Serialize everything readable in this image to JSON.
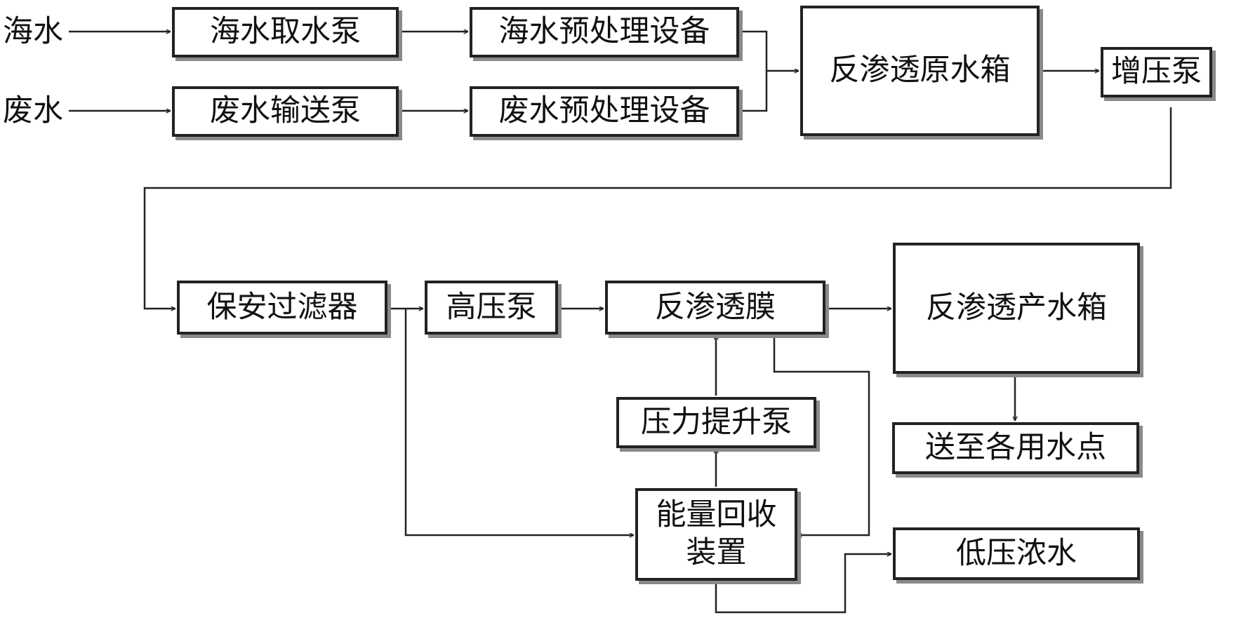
{
  "inputs": {
    "seawater": "海水",
    "wastewater": "废水"
  },
  "nodes": {
    "seawater_intake_pump": "海水取水泵",
    "seawater_pretreatment": "海水预处理设备",
    "wastewater_transfer_pump": "废水输送泵",
    "wastewater_pretreatment": "废水预处理设备",
    "ro_raw_water_tank": "反渗透原水箱",
    "booster_pump": "增压泵",
    "security_filter": "保安过滤器",
    "high_pressure_pump": "高压泵",
    "ro_membrane": "反渗透膜",
    "ro_product_water_tank": "反渗透产水箱",
    "pressure_lift_pump": "压力提升泵",
    "delivery_to_use_points": "送至各用水点",
    "energy_recovery_line1": "能量回收",
    "energy_recovery_line2": "装置",
    "low_pressure_brine": "低压浓水"
  }
}
